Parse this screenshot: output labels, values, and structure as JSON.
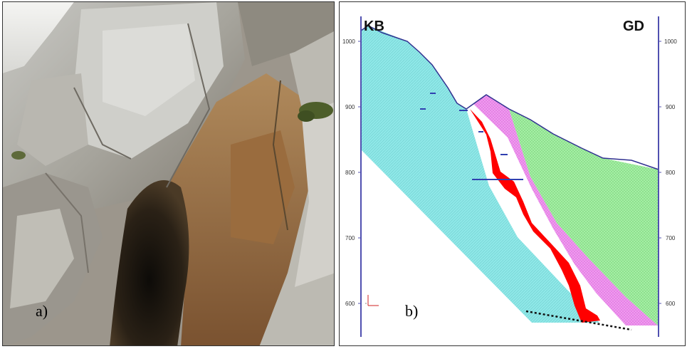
{
  "panels": {
    "photo": {
      "label": "a)"
    },
    "section": {
      "label": "b)",
      "left_station": "KB",
      "right_station": "GD"
    }
  },
  "axis": {
    "left_ticks": [
      "1000",
      "900",
      "800",
      "700",
      "600"
    ],
    "right_ticks": [
      "1000",
      "900",
      "800",
      "700",
      "600"
    ],
    "range": [
      560,
      1040
    ]
  },
  "colors": {
    "limestone_cyan": "#8fe8e8",
    "pink_unit": "#f0a0f0",
    "green_unit": "#a8f0a8",
    "red_fault_fill": "#ff0000",
    "topography_line": "#303090",
    "axis_line": "#5050b0"
  }
}
